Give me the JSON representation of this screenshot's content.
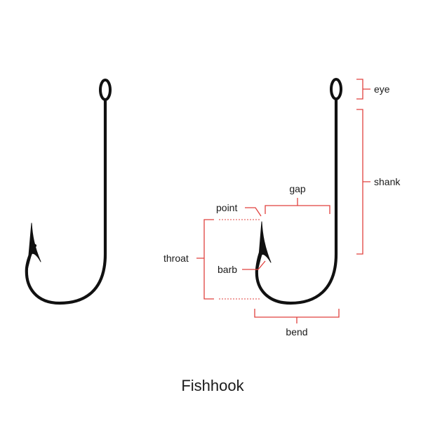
{
  "title": "Fishhook",
  "labels": {
    "eye": "eye",
    "shank": "shank",
    "gap": "gap",
    "point": "point",
    "throat": "throat",
    "barb": "barb",
    "bend": "bend"
  },
  "colors": {
    "hook": "#111111",
    "annotation": "#e0413e",
    "text": "#1a1a1a",
    "background": "#ffffff"
  }
}
